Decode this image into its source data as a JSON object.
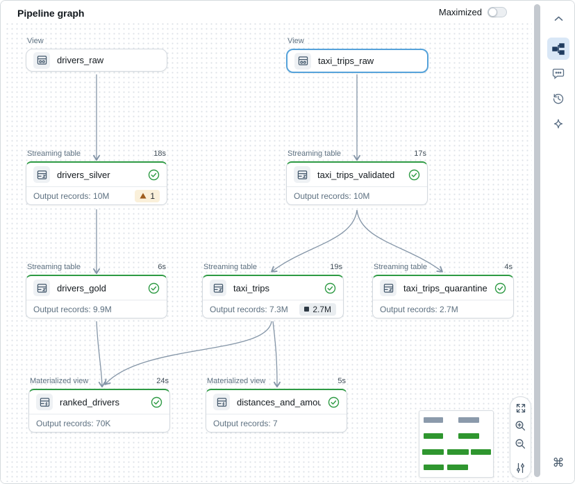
{
  "header": {
    "title": "Pipeline graph",
    "maximized_label": "Maximized",
    "maximized_state": "off"
  },
  "nodes": [
    {
      "type_label": "View",
      "name": "drivers_raw"
    },
    {
      "type_label": "View",
      "name": "taxi_trips_raw",
      "selected": true
    },
    {
      "type_label": "Streaming table",
      "duration": "18s",
      "name": "drivers_silver",
      "status": "success",
      "records": "Output records: 10M",
      "warning_count": "1"
    },
    {
      "type_label": "Streaming table",
      "duration": "17s",
      "name": "taxi_trips_validated",
      "status": "success",
      "records": "Output records: 10M"
    },
    {
      "type_label": "Streaming table",
      "duration": "6s",
      "name": "drivers_gold",
      "status": "success",
      "records": "Output records: 9.9M"
    },
    {
      "type_label": "Streaming table",
      "duration": "19s",
      "name": "taxi_trips",
      "status": "success",
      "records": "Output records: 7.3M",
      "backlog_count": "2.7M"
    },
    {
      "type_label": "Streaming table",
      "duration": "4s",
      "name": "taxi_trips_quarantine",
      "status": "success",
      "records": "Output records: 2.7M"
    },
    {
      "type_label": "Materialized view",
      "duration": "24s",
      "name": "ranked_drivers",
      "status": "success",
      "records": "Output records: 70K"
    },
    {
      "type_label": "Materialized view",
      "duration": "5s",
      "name": "distances_and_amounts_b...",
      "status": "success",
      "records": "Output records: 7"
    }
  ],
  "edges": [
    {
      "from": "drivers_raw",
      "to": "drivers_silver"
    },
    {
      "from": "taxi_trips_raw",
      "to": "taxi_trips_validated"
    },
    {
      "from": "drivers_silver",
      "to": "drivers_gold"
    },
    {
      "from": "taxi_trips_validated",
      "to": "taxi_trips"
    },
    {
      "from": "taxi_trips_validated",
      "to": "taxi_trips_quarantine"
    },
    {
      "from": "drivers_gold",
      "to": "ranked_drivers"
    },
    {
      "from": "taxi_trips",
      "to": "ranked_drivers"
    },
    {
      "from": "taxi_trips",
      "to": "distances_and_amounts_b..."
    }
  ],
  "sidebar": {
    "icons": [
      "collapse-chevron-up",
      "pipeline-graph",
      "comments",
      "history",
      "assistant-sparkle",
      "command"
    ],
    "active_icon": "pipeline-graph"
  },
  "zoom_controls": [
    "fit-to-screen",
    "zoom-in",
    "zoom-out",
    "graph-settings"
  ],
  "colors": {
    "success_green": "#2d9a43",
    "selected_blue": "#55a2da",
    "edge_gray": "#8495a7",
    "warn_badge_bg": "#faf0da",
    "warn_icon": "#9e5c1d",
    "count_badge_bg": "#e9edf0",
    "minimap_green": "#2f962f",
    "minimap_gray": "#8b9aab",
    "active_tab_bg": "#d9e7f6"
  }
}
